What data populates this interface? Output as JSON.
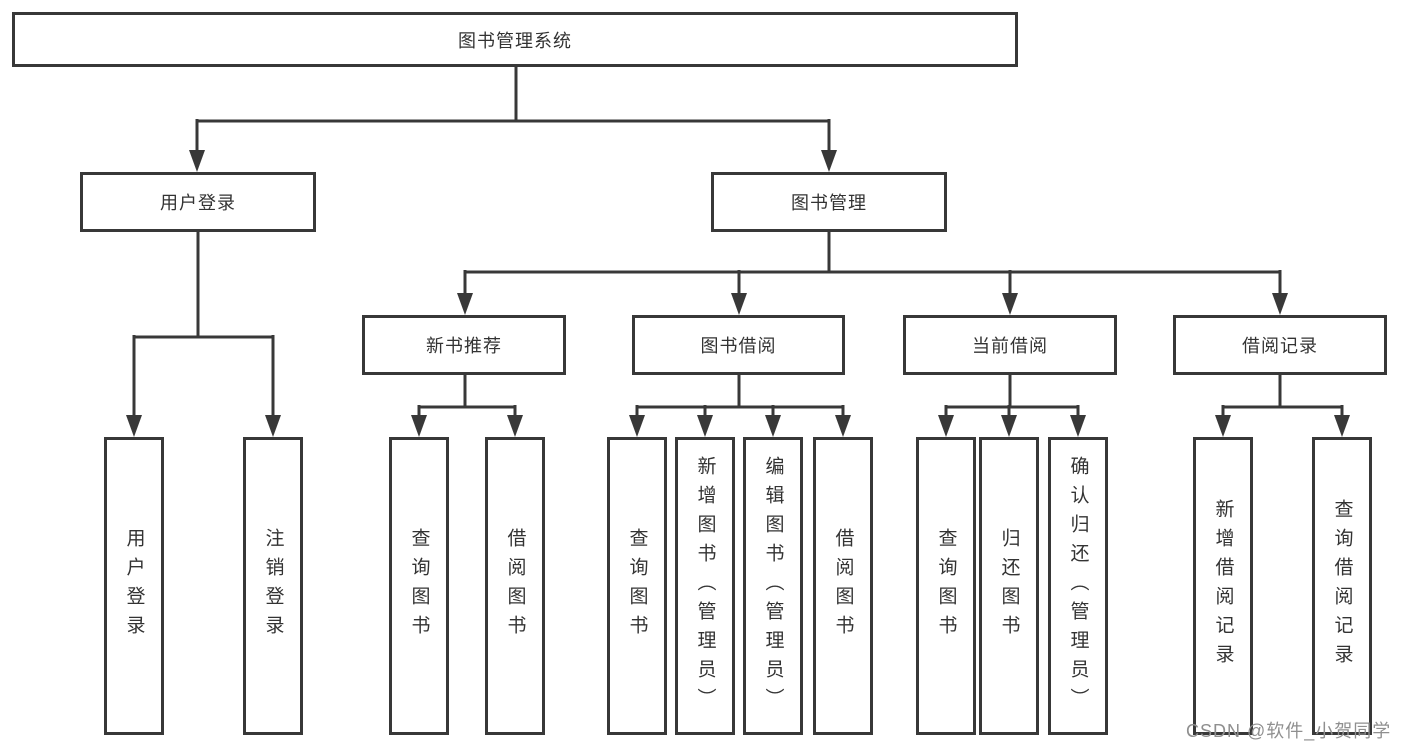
{
  "diagram": {
    "root": {
      "label": "图书管理系统"
    },
    "level2": [
      {
        "label": "用户登录"
      },
      {
        "label": "图书管理"
      }
    ],
    "level3": [
      {
        "label": "新书推荐"
      },
      {
        "label": "图书借阅"
      },
      {
        "label": "当前借阅"
      },
      {
        "label": "借阅记录"
      }
    ],
    "leaves": {
      "user_login": [
        {
          "label": "用户登录"
        },
        {
          "label": "注销登录"
        }
      ],
      "new_book_recommend": [
        {
          "label": "查询图书"
        },
        {
          "label": "借阅图书"
        }
      ],
      "book_borrow": [
        {
          "label": "查询图书"
        },
        {
          "label": "新增图书（管理员）"
        },
        {
          "label": "编辑图书（管理员）"
        },
        {
          "label": "借阅图书"
        }
      ],
      "current_borrow": [
        {
          "label": "查询图书"
        },
        {
          "label": "归还图书"
        },
        {
          "label": "确认归还（管理员）"
        }
      ],
      "borrow_record": [
        {
          "label": "新增借阅记录"
        },
        {
          "label": "查询借阅记录"
        }
      ]
    },
    "watermark": "CSDN @软件_小贺同学",
    "colors": {
      "line": "#383838",
      "text": "#333333",
      "watermark": "#8f8f8f"
    }
  }
}
